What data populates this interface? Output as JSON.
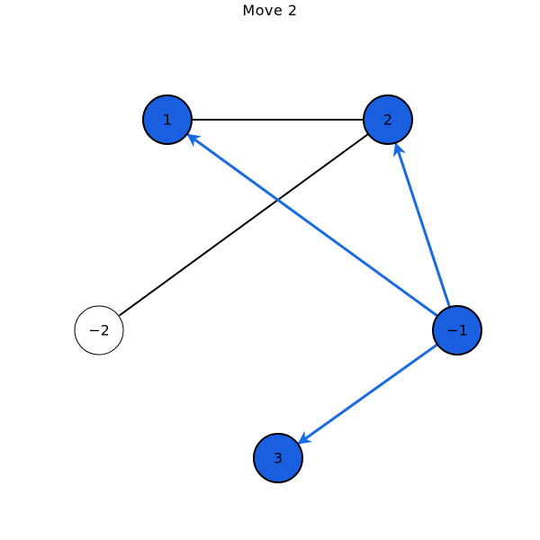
{
  "title": "Move 2",
  "colors": {
    "filled": "#1a5fe0",
    "arrow": "#1a6ae0",
    "edge": "#000000",
    "empty": "#ffffff"
  },
  "nodes": [
    {
      "id": "n1",
      "label": "1",
      "filled": true
    },
    {
      "id": "n2",
      "label": "2",
      "filled": true
    },
    {
      "id": "nm2",
      "label": "−2",
      "filled": false
    },
    {
      "id": "nm1",
      "label": "−1",
      "filled": true
    },
    {
      "id": "n3",
      "label": "3",
      "filled": true
    }
  ],
  "edges": [
    {
      "from": "n1",
      "to": "n2",
      "type": "plain"
    },
    {
      "from": "n2",
      "to": "nm2",
      "type": "plain"
    },
    {
      "from": "nm1",
      "to": "n1",
      "type": "arrow"
    },
    {
      "from": "nm1",
      "to": "n2",
      "type": "arrow"
    },
    {
      "from": "nm1",
      "to": "n3",
      "type": "arrow"
    }
  ]
}
